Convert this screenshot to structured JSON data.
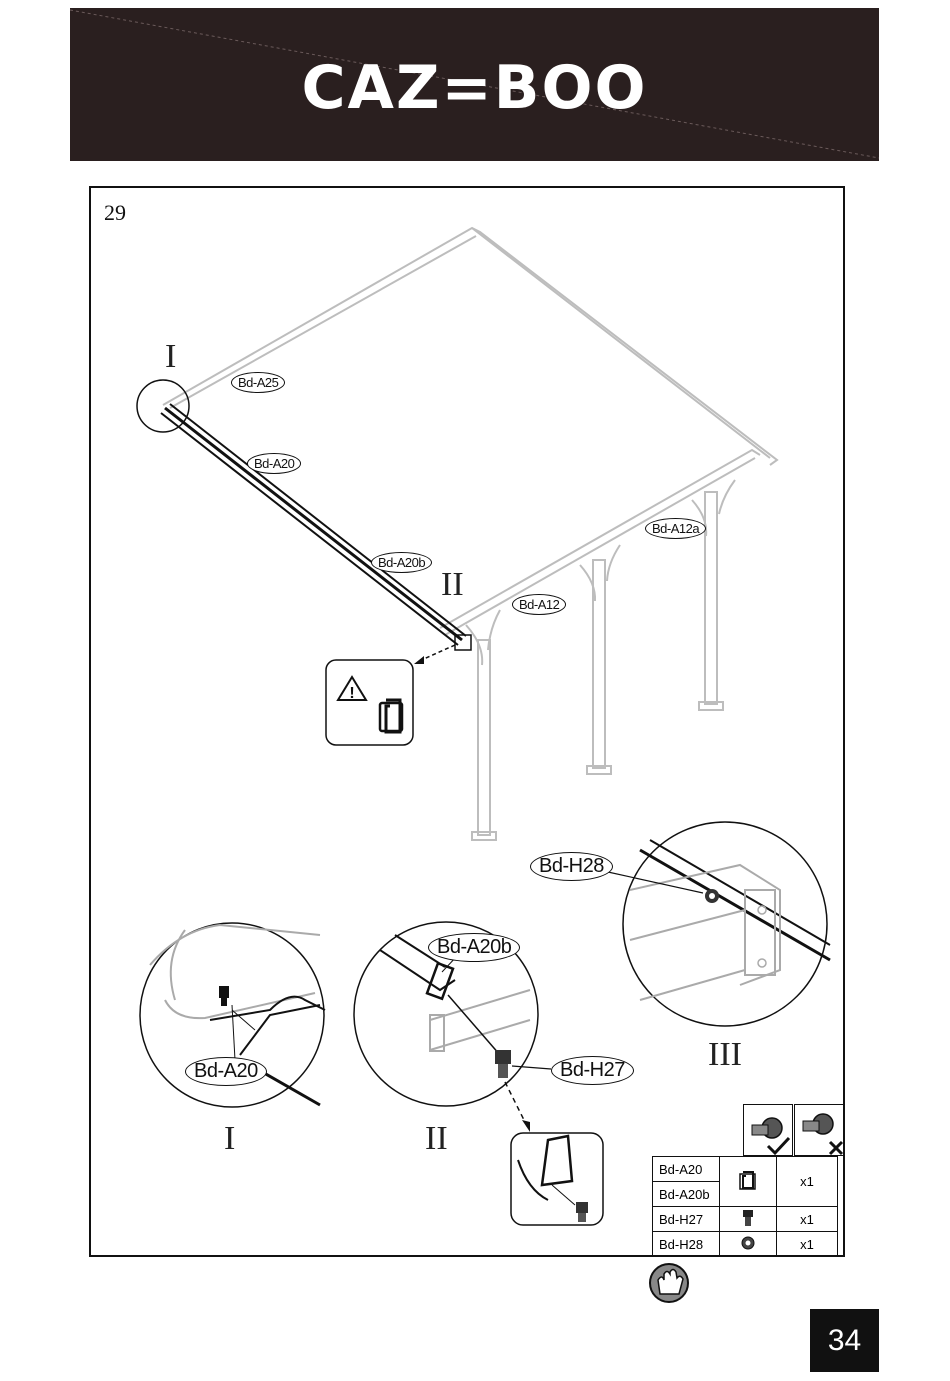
{
  "header": {
    "brand": "CAZ=BOO"
  },
  "step": {
    "number": "29"
  },
  "callouts": {
    "a25": "Bd-A25",
    "a20": "Bd-A20",
    "a20b": "Bd-A20b",
    "a12a": "Bd-A12a",
    "a12": "Bd-A12",
    "h28": "Bd-H28",
    "detail_a20b": "Bd-A20b",
    "detail_h27": "Bd-H27",
    "detail_a20": "Bd-A20"
  },
  "roman": {
    "i_main": "I",
    "ii_main": "II",
    "i_detail": "I",
    "ii_detail": "II",
    "iii_detail": "III"
  },
  "parts": [
    {
      "code": "Bd-A20",
      "qty": "x1"
    },
    {
      "code": "Bd-A20b",
      "qty": ""
    },
    {
      "code": "Bd-H27",
      "qty": "x1"
    },
    {
      "code": "Bd-H28",
      "qty": "x1"
    }
  ],
  "icons": [
    "warning-icon",
    "clip-icon",
    "bolt-nut-ok-icon",
    "bolt-nut-no-icon",
    "bolt-icon",
    "nut-icon",
    "glove-icon"
  ],
  "page": {
    "number": "34"
  }
}
